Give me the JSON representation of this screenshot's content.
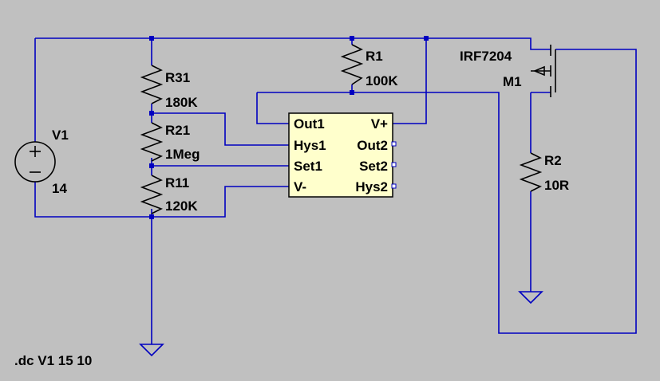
{
  "components": {
    "V1": {
      "name": "V1",
      "value": "14"
    },
    "R31": {
      "name": "R31",
      "value": "180K"
    },
    "R21": {
      "name": "R21",
      "value": "1Meg"
    },
    "R11": {
      "name": "R11",
      "value": "120K"
    },
    "R1": {
      "name": "R1",
      "value": "100K"
    },
    "R2": {
      "name": "R2",
      "value": "10R"
    },
    "M1": {
      "name": "M1",
      "model": "IRF7204"
    }
  },
  "ic": {
    "pins_left": [
      "Out1",
      "Hys1",
      "Set1",
      "V-"
    ],
    "pins_right": [
      "V+",
      "Out2",
      "Set2",
      "Hys2"
    ]
  },
  "directive": ".dc V1 15 10",
  "colors": {
    "background": "#c0c0c0",
    "wire": "#0000c0",
    "component": "#000000",
    "ic_fill": "#ffffcc"
  }
}
